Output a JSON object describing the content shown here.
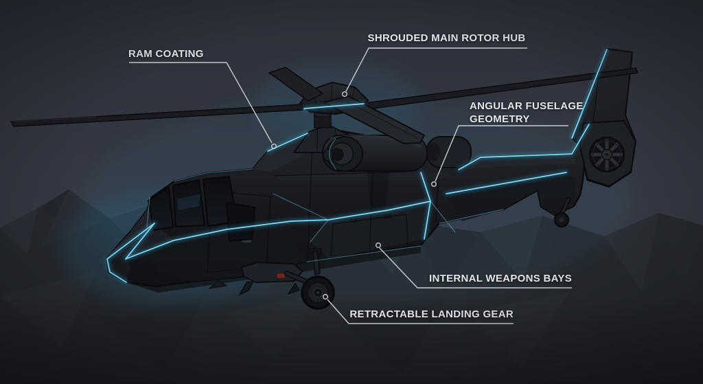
{
  "scene": {
    "subject": "Stealth helicopter concept illustration with feature callouts"
  },
  "callouts": [
    {
      "id": "ram-coating",
      "label": "RAM COATING"
    },
    {
      "id": "shrouded-main-rotor-hub",
      "label": "SHROUDED MAIN ROTOR HUB"
    },
    {
      "id": "angular-fuselage-geometry",
      "label": "ANGULAR FUSELAGE GEOMETRY"
    },
    {
      "id": "internal-weapons-bays",
      "label": "INTERNAL WEAPONS BAYS"
    },
    {
      "id": "retractable-landing-gear",
      "label": "RETRACTABLE LANDING GEAR"
    }
  ],
  "colors": {
    "accent_glow": "#8fe2fc",
    "glow_soft": "#2f9dc7",
    "label_text": "#e4e7ea",
    "leader_line": "#c8ccd1",
    "sky_top": "#2d3039",
    "sky_mid": "#363a44",
    "terrain": "#26292f",
    "hull": "#1b1d22",
    "hull_dark": "#101216",
    "hull_light": "#23262c",
    "canopy_glass": "#0c0e12",
    "warning_light": "#6e2821"
  }
}
